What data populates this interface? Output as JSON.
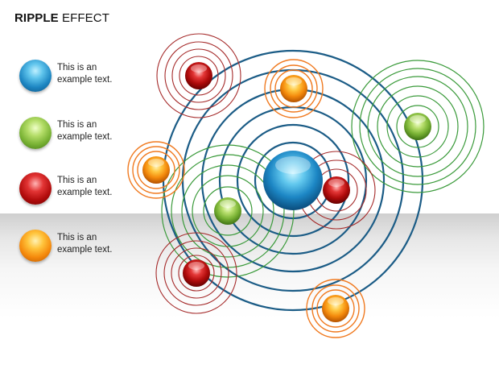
{
  "title": {
    "bold": "RIPPLE",
    "rest": " EFFECT"
  },
  "legend": [
    {
      "color": "blue",
      "line1": "This is an",
      "line2": "example text."
    },
    {
      "color": "green",
      "line1": "This is an",
      "line2": "example text."
    },
    {
      "color": "red",
      "line1": "This is an",
      "line2": "example text."
    },
    {
      "color": "orange",
      "line1": "This is an",
      "line2": "example text."
    }
  ],
  "colors": {
    "blue": "#1f6e9a",
    "green": "#3f9a2f",
    "red": "#b01818",
    "orange": "#f08a1c",
    "ring_blue": "#1b5c86",
    "ring_green": "#3a9a3a",
    "ring_red": "#a52a2a",
    "ring_orange": "#f07a20"
  }
}
